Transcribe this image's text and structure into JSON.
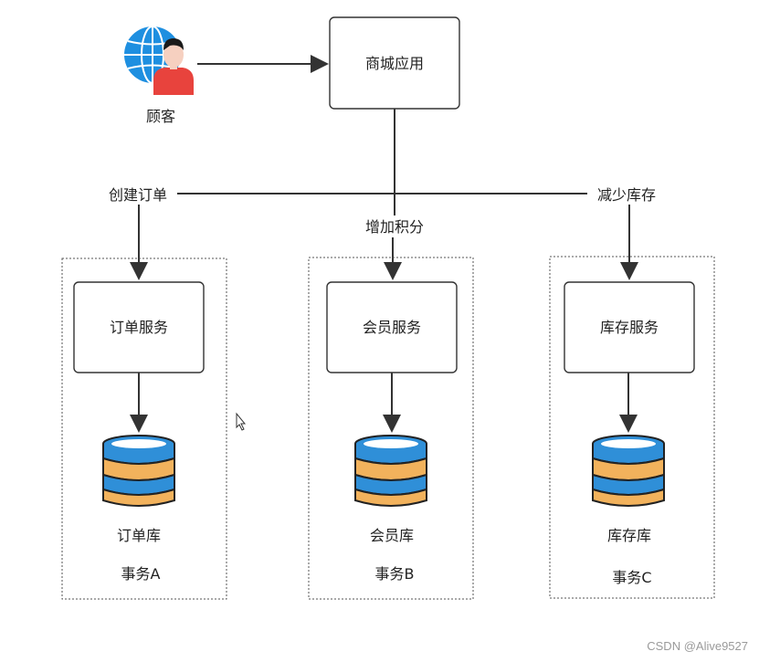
{
  "customer": {
    "label": "顾客",
    "icon": "user-globe-icon"
  },
  "app": {
    "label": "商城应用"
  },
  "flows": {
    "create_order": "创建订单",
    "add_points": "增加积分",
    "reduce_stock": "减少库存"
  },
  "groups": [
    {
      "service": "订单服务",
      "db": "订单库",
      "tx": "事务A"
    },
    {
      "service": "会员服务",
      "db": "会员库",
      "tx": "事务B"
    },
    {
      "service": "库存服务",
      "db": "库存库",
      "tx": "事务C"
    }
  ],
  "colors": {
    "db_blue": "#2f8fd8",
    "db_orange": "#f2b25c",
    "line": "#333333"
  },
  "watermark": "CSDN @Alive9527"
}
